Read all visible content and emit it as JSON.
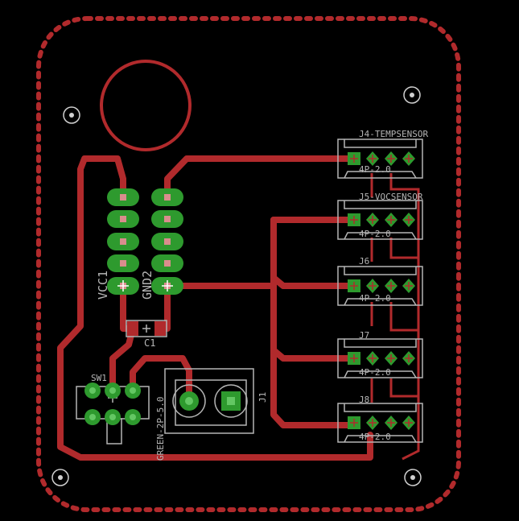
{
  "colors": {
    "background": "#000000",
    "trace": "#b12a2c",
    "silkscreen": "#b5b5b5",
    "pad_green": "#2e9a2e",
    "pad_light": "#63c763"
  },
  "components": {
    "vcc1": "VCC1",
    "gnd2": "GND2",
    "c1": "C1",
    "sw1": "SW1",
    "j1": "J1",
    "j1_package": "GREEN-2P-5.0",
    "j4": "J4-TEMPSENSOR",
    "j4_package": "4P-2.0",
    "j5": "J5-VOCSENSOR",
    "j5_package": "4P-2.0",
    "j6": "J6",
    "j6_package": "4P-2.0",
    "j7": "J7",
    "j7_package": "4P-2.0",
    "j8": "J8",
    "j8_package": "4P-2.0"
  },
  "icons": {
    "mounting_hole": "mounting-hole-icon",
    "pad_cross": "plus-cross-icon"
  }
}
